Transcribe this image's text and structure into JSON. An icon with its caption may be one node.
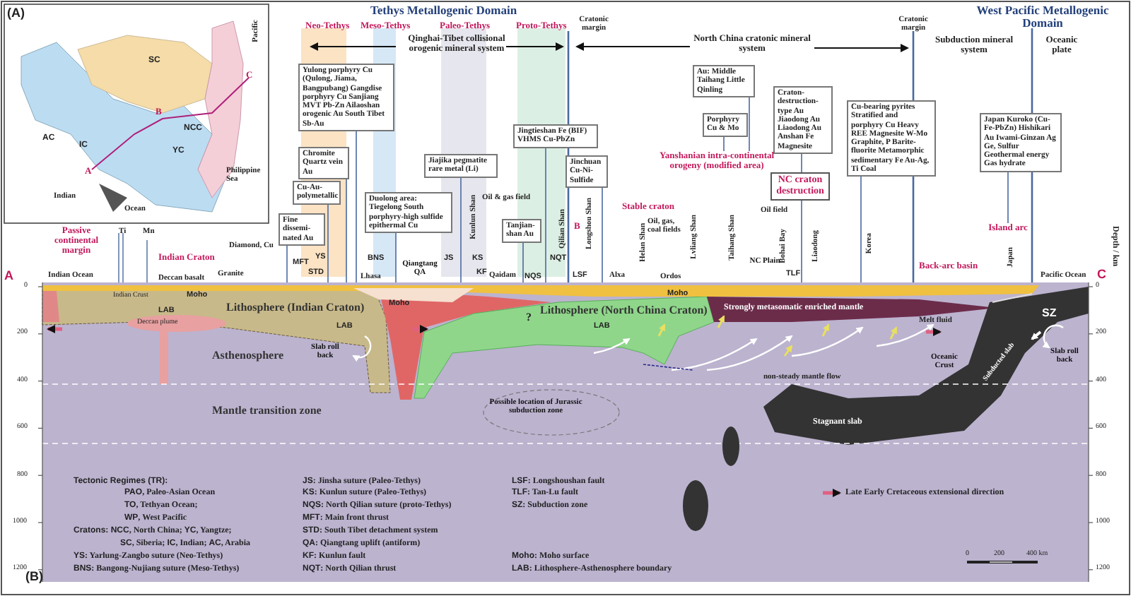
{
  "diagram": {
    "nodes": [
      {
        "text": [
          "Yulong porphyry Cu (Qulong, Jiama, Bangpubang) Gangdise porphyry Cu Sanjiang MVT Pb-Zn Ailaoshan orogenic Au South Tibet Sb-Au"
        ]
      },
      {
        "text": [
          "Chromite Quartz vein Au"
        ]
      },
      {
        "text": [
          "Cu-Au-polymetallic"
        ]
      },
      {
        "text": [
          "Fine dissemi-nated Au"
        ]
      },
      {
        "text": [
          "Duolong area: Tiegelong South porphyry-high sulfide epithermal Cu"
        ]
      },
      {
        "text": [
          "Jiajika pegmatite rare metal (Li)"
        ]
      },
      {
        "text": [
          "Tanjian-shan Au"
        ]
      },
      {
        "text": [
          "Jingtieshan Fe (BIF) VHMS Cu-PbZn"
        ]
      },
      {
        "text": [
          "Jinchuan Cu-Ni-Sulfide"
        ]
      },
      {
        "text": [
          "Au: Middle Taihang Little Qinling"
        ]
      },
      {
        "text": [
          "Porphyry Cu & Mo"
        ]
      },
      {
        "text": [
          "Craton-destruction-type Au Jiaodong Au Liaodong Au Anshan Fe Magnesite"
        ]
      },
      {
        "text": [
          "NC craton destruction"
        ]
      },
      {
        "text": [
          "Cu-bearing pyrites Stratified and porphyry Cu Heavy REE Magnesite W-Mo Graphite, P Barite-fluorite Metamorphic sedimentary Fe Au-Ag, Ti Coal"
        ]
      },
      {
        "text": [
          "Japan Kuroko (Cu-Fe-PbZn) Hishikari Au Iwami-Ginzan Ag Ge, Sulfur Geothermal energy Gas hydrate"
        ]
      },
      {
        "text": [
          "Yanshanian intra-continental orogeny (modified area)"
        ]
      },
      {
        "text": [
          "Island arc"
        ]
      },
      {
        "text": [],
        "shape": "picture"
      }
    ],
    "edges": [
      {
        "from": 0,
        "to": 17,
        "arrow": "none"
      },
      {
        "from": 1,
        "to": 17,
        "arrow": "none"
      },
      {
        "from": 2,
        "to": 17,
        "arrow": "none"
      },
      {
        "from": 3,
        "to": 17,
        "arrow": "none"
      },
      {
        "from": 4,
        "to": 17,
        "arrow": "none"
      },
      {
        "from": 5,
        "to": 17,
        "arrow": "none"
      },
      {
        "from": 6,
        "to": 17,
        "arrow": "none"
      },
      {
        "from": 7,
        "to": 17,
        "arrow": "none"
      },
      {
        "from": 8,
        "to": 17,
        "arrow": "none"
      },
      {
        "from": 9,
        "to": 15,
        "arrow": "none"
      },
      {
        "from": 10,
        "to": 15,
        "arrow": "none"
      },
      {
        "from": 11,
        "to": 12,
        "arrow": "none"
      },
      {
        "from": 12,
        "to": 17,
        "arrow": "none"
      },
      {
        "from": 13,
        "to": 17,
        "arrow": "none"
      },
      {
        "from": 14,
        "to": 16,
        "arrow": "none"
      }
    ],
    "labels": [
      "(A)",
      "SC",
      "AC",
      "IC",
      "YC",
      "NCC",
      "A",
      "B",
      "C",
      "Indian",
      "Ocean",
      "Pacific",
      "Philippine Sea",
      "Tethys Metallogenic Domain",
      "Neo-Tethys",
      "Meso-Tethys",
      "Paleo-Tethys",
      "Proto-Tethys",
      "Cratonic margin",
      "Qinghai-Tibet collisional orogenic mineral system",
      "North China cratonic mineral system",
      "Cratonic margin",
      "West Pacific Metallogenic Domain",
      "Subduction mineral system",
      "Oceanic plate",
      "Stable craton",
      "Oil & gas field",
      "Oil, gas, coal fields",
      "Oil field",
      "Back-arc basin",
      "Passive continental margin",
      "Ti",
      "Mn",
      "Indian Craton",
      "Diamond, Cu",
      "Indian Ocean",
      "Deccan basalt",
      "Granite",
      "MFT",
      "STD",
      "YS",
      "BNS",
      "Lhasa",
      "Qiangtang QA",
      "JS",
      "Kunlun Shan",
      "KS",
      "KF",
      "Qaidam",
      "Qilian Shan",
      "NQS",
      "NQT",
      "Longshou Shan",
      "LSF",
      "Alxa",
      "Helan Shan",
      "Ordos",
      "Lvliang Shan",
      "Taihang Shan",
      "NC Plain",
      "Bohai Bay",
      "TLF",
      "Liaodong",
      "Korea",
      "Japan",
      "Pacific Ocean",
      "A",
      "C",
      "Depth / km",
      "0",
      "200",
      "400",
      "600",
      "800",
      "1000",
      "1200",
      "0",
      "200",
      "400",
      "600",
      "800",
      "1000",
      "1200",
      "Indian Crust",
      "Moho",
      "LAB",
      "Lithosphere (Indian Craton)",
      "Deccan plume",
      "LAB",
      "Asthenosphere",
      "Slab roll back",
      "Mantle transition zone",
      "Moho",
      "?",
      "Lithosphere (North China Craton)",
      "LAB",
      "Strongly metasomatic enriched mantle",
      "Moho",
      "Melt fluid",
      "Oceanic Crust",
      "SZ",
      "Subducted slab",
      "Slab roll back",
      "non-steady mantle flow",
      "Possible location of Jurassic subduction zone",
      "Stagnant slab",
      "B",
      "**Tectonic Regimes (TR):**",
      "**PAO**, Paleo-Asian Ocean",
      "**TO**, Tethyan Ocean;",
      "**WP**, West Pacific",
      "**Cratons: NCC**, North China; **YC**, Yangtze;",
      "**SC**, Siberia; **IC**, Indian; **AC**, Arabia",
      "**YS**: Yarlung-Zangbo suture (Neo-Tethys)",
      "**BNS**: Bangong-Nujiang suture (Meso-Tethys)",
      "**JS**: Jinsha suture (Paleo-Tethys)",
      "**KS**: Kunlun suture (Paleo-Tethys)",
      "**NQS**: North Qilian suture (proto-Tethys)",
      "**MFT**: Main front thrust",
      "**STD**: South Tibet detachment system",
      "**QA**: Qiangtang uplift (antiform)",
      "**KF**: Kunlun fault",
      "**NQT**: North Qilian thrust",
      "**LSF**: Longshoushan fault",
      "**TLF**: Tan-Lu fault",
      "**SZ**: Subduction zone",
      "**Moho**: Moho surface",
      "**LAB**: Lithosphere-Asthenosphere boundary",
      "(B)",
      "0",
      "200",
      "400 km"
    ],
    "legend": [
      {
        "text": "Late Early Cretaceous extensional direction"
      }
    ]
  }
}
